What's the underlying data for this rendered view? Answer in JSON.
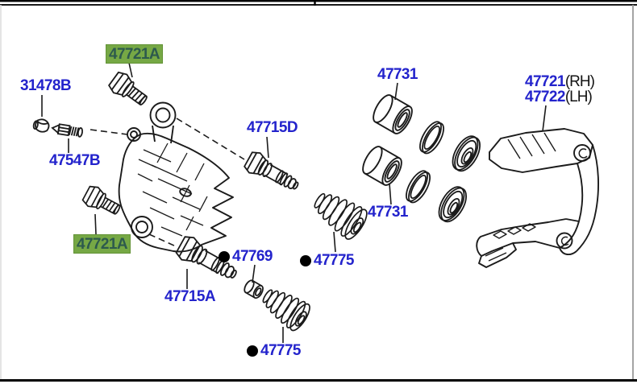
{
  "diagram": {
    "kind": "exploded-parts-diagram",
    "subject": "disc brake caliper assembly",
    "colors": {
      "part_number_blue": "#2323cc",
      "highlight_green": "#76a845",
      "highlight_text": "#2d5a4d",
      "line_art": "#1b1b1b",
      "suffix_black": "#141414"
    }
  },
  "icons": {
    "dot_marker": "filled-circle"
  },
  "labels": {
    "bleeder_cap": {
      "text": "31478B"
    },
    "bleeder_plug": {
      "text": "47547B"
    },
    "mounting_bolt_upper": {
      "text": "47721A",
      "highlighted": true
    },
    "mounting_bolt_lower": {
      "text": "47721A",
      "highlighted": true
    },
    "guide_pin_upper": {
      "text": "47715D"
    },
    "guide_pin_lower": {
      "text": "47715A"
    },
    "piston_upper": {
      "text": "47731"
    },
    "piston_lower": {
      "text": "47731"
    },
    "bush": {
      "text": "47769",
      "marker": "filled-dot"
    },
    "boot_upper": {
      "text": "47775",
      "marker": "filled-dot"
    },
    "boot_lower": {
      "text": "47775",
      "marker": "filled-dot"
    },
    "bracket_rh": {
      "number": "47721",
      "suffix": "(RH)"
    },
    "bracket_lh": {
      "number": "47722",
      "suffix": "(LH)"
    }
  }
}
